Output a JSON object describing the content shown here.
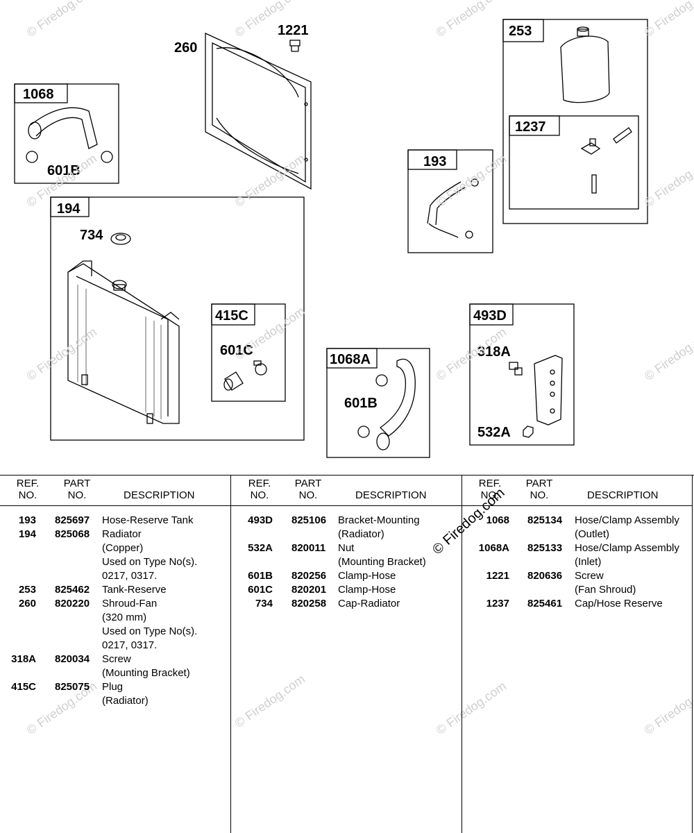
{
  "watermark": "© Firedog.com",
  "diagram": {
    "labels": {
      "l260": "260",
      "l1221": "1221",
      "l253": "253",
      "l1237": "1237",
      "l1068": "1068",
      "l601b_a": "601B",
      "l193": "193",
      "l194": "194",
      "l734": "734",
      "l415c": "415C",
      "l601c": "601C",
      "l1068a": "1068A",
      "l601b_b": "601B",
      "l493d": "493D",
      "l318a": "318A",
      "l532a": "532A"
    }
  },
  "table": {
    "header": {
      "ref": "REF.",
      "ref2": "NO.",
      "part": "PART",
      "part2": "NO.",
      "desc": "DESCRIPTION"
    },
    "columns": [
      {
        "rows": [
          {
            "ref": "193",
            "part": "825697",
            "desc": [
              "Hose-Reserve Tank"
            ]
          },
          {
            "ref": "194",
            "part": "825068",
            "desc": [
              "Radiator",
              "(Copper)",
              "Used on Type No(s).",
              "0217, 0317."
            ]
          },
          {
            "ref": "253",
            "part": "825462",
            "desc": [
              "Tank-Reserve"
            ]
          },
          {
            "ref": "260",
            "part": "820220",
            "desc": [
              "Shroud-Fan",
              "(320 mm)",
              "Used on Type No(s).",
              "0217, 0317."
            ]
          },
          {
            "ref": "318A",
            "part": "820034",
            "desc": [
              "Screw",
              "(Mounting Bracket)"
            ]
          },
          {
            "ref": "415C",
            "part": "825075",
            "desc": [
              "Plug",
              "(Radiator)"
            ]
          }
        ]
      },
      {
        "rows": [
          {
            "ref": "493D",
            "part": "825106",
            "desc": [
              "Bracket-Mounting",
              "(Radiator)"
            ]
          },
          {
            "ref": "532A",
            "part": "820011",
            "desc": [
              "Nut",
              "(Mounting Bracket)"
            ]
          },
          {
            "ref": "601B",
            "part": "820256",
            "desc": [
              "Clamp-Hose"
            ]
          },
          {
            "ref": "601C",
            "part": "820201",
            "desc": [
              "Clamp-Hose"
            ]
          },
          {
            "ref": "734",
            "part": "820258",
            "desc": [
              "Cap-Radiator"
            ]
          }
        ]
      },
      {
        "rows": [
          {
            "ref": "1068",
            "part": "825134",
            "desc": [
              "Hose/Clamp Assembly",
              "(Outlet)"
            ]
          },
          {
            "ref": "1068A",
            "part": "825133",
            "desc": [
              "Hose/Clamp Assembly",
              "(Inlet)"
            ]
          },
          {
            "ref": "1221",
            "part": "820636",
            "desc": [
              "Screw",
              "(Fan Shroud)"
            ]
          },
          {
            "ref": "1237",
            "part": "825461",
            "desc": [
              "Cap/Hose Reserve"
            ]
          }
        ]
      }
    ]
  }
}
